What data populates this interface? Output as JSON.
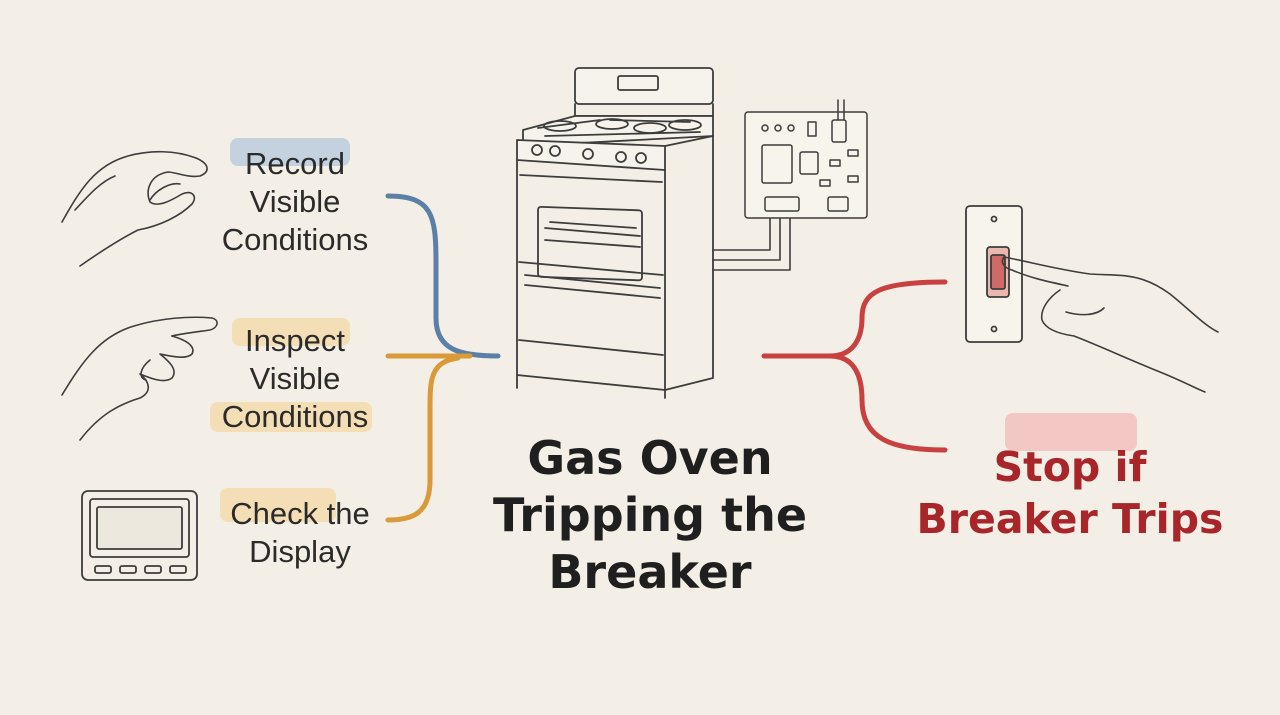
{
  "title": {
    "line1": "Gas Oven",
    "line2": "Tripping the",
    "line3": "Breaker"
  },
  "steps": [
    {
      "lines": [
        "Record",
        "Visible",
        "Conditions"
      ],
      "color": "#5b7fa6",
      "highlight": "#9cb9d8"
    },
    {
      "lines": [
        "Inspect",
        "Visible",
        "Conditions"
      ],
      "color": "#d99a3a",
      "highlight": "#f3cf8c"
    },
    {
      "lines": [
        "Check the",
        "Display"
      ],
      "color": "#d99a3a",
      "highlight": "#f3cf8c"
    }
  ],
  "warning": {
    "lines": [
      "Stop if",
      "Breaker Trips"
    ],
    "color": "#c8403f",
    "highlight": "#f3a6a6"
  },
  "icons": {
    "hand1": "pinching-hand-icon",
    "hand2": "pointing-hand-icon",
    "display": "control-display-icon",
    "oven": "gas-range-oven-icon",
    "board": "control-board-icon",
    "switch": "breaker-switch-icon",
    "hand3": "finger-pressing-switch-icon"
  }
}
